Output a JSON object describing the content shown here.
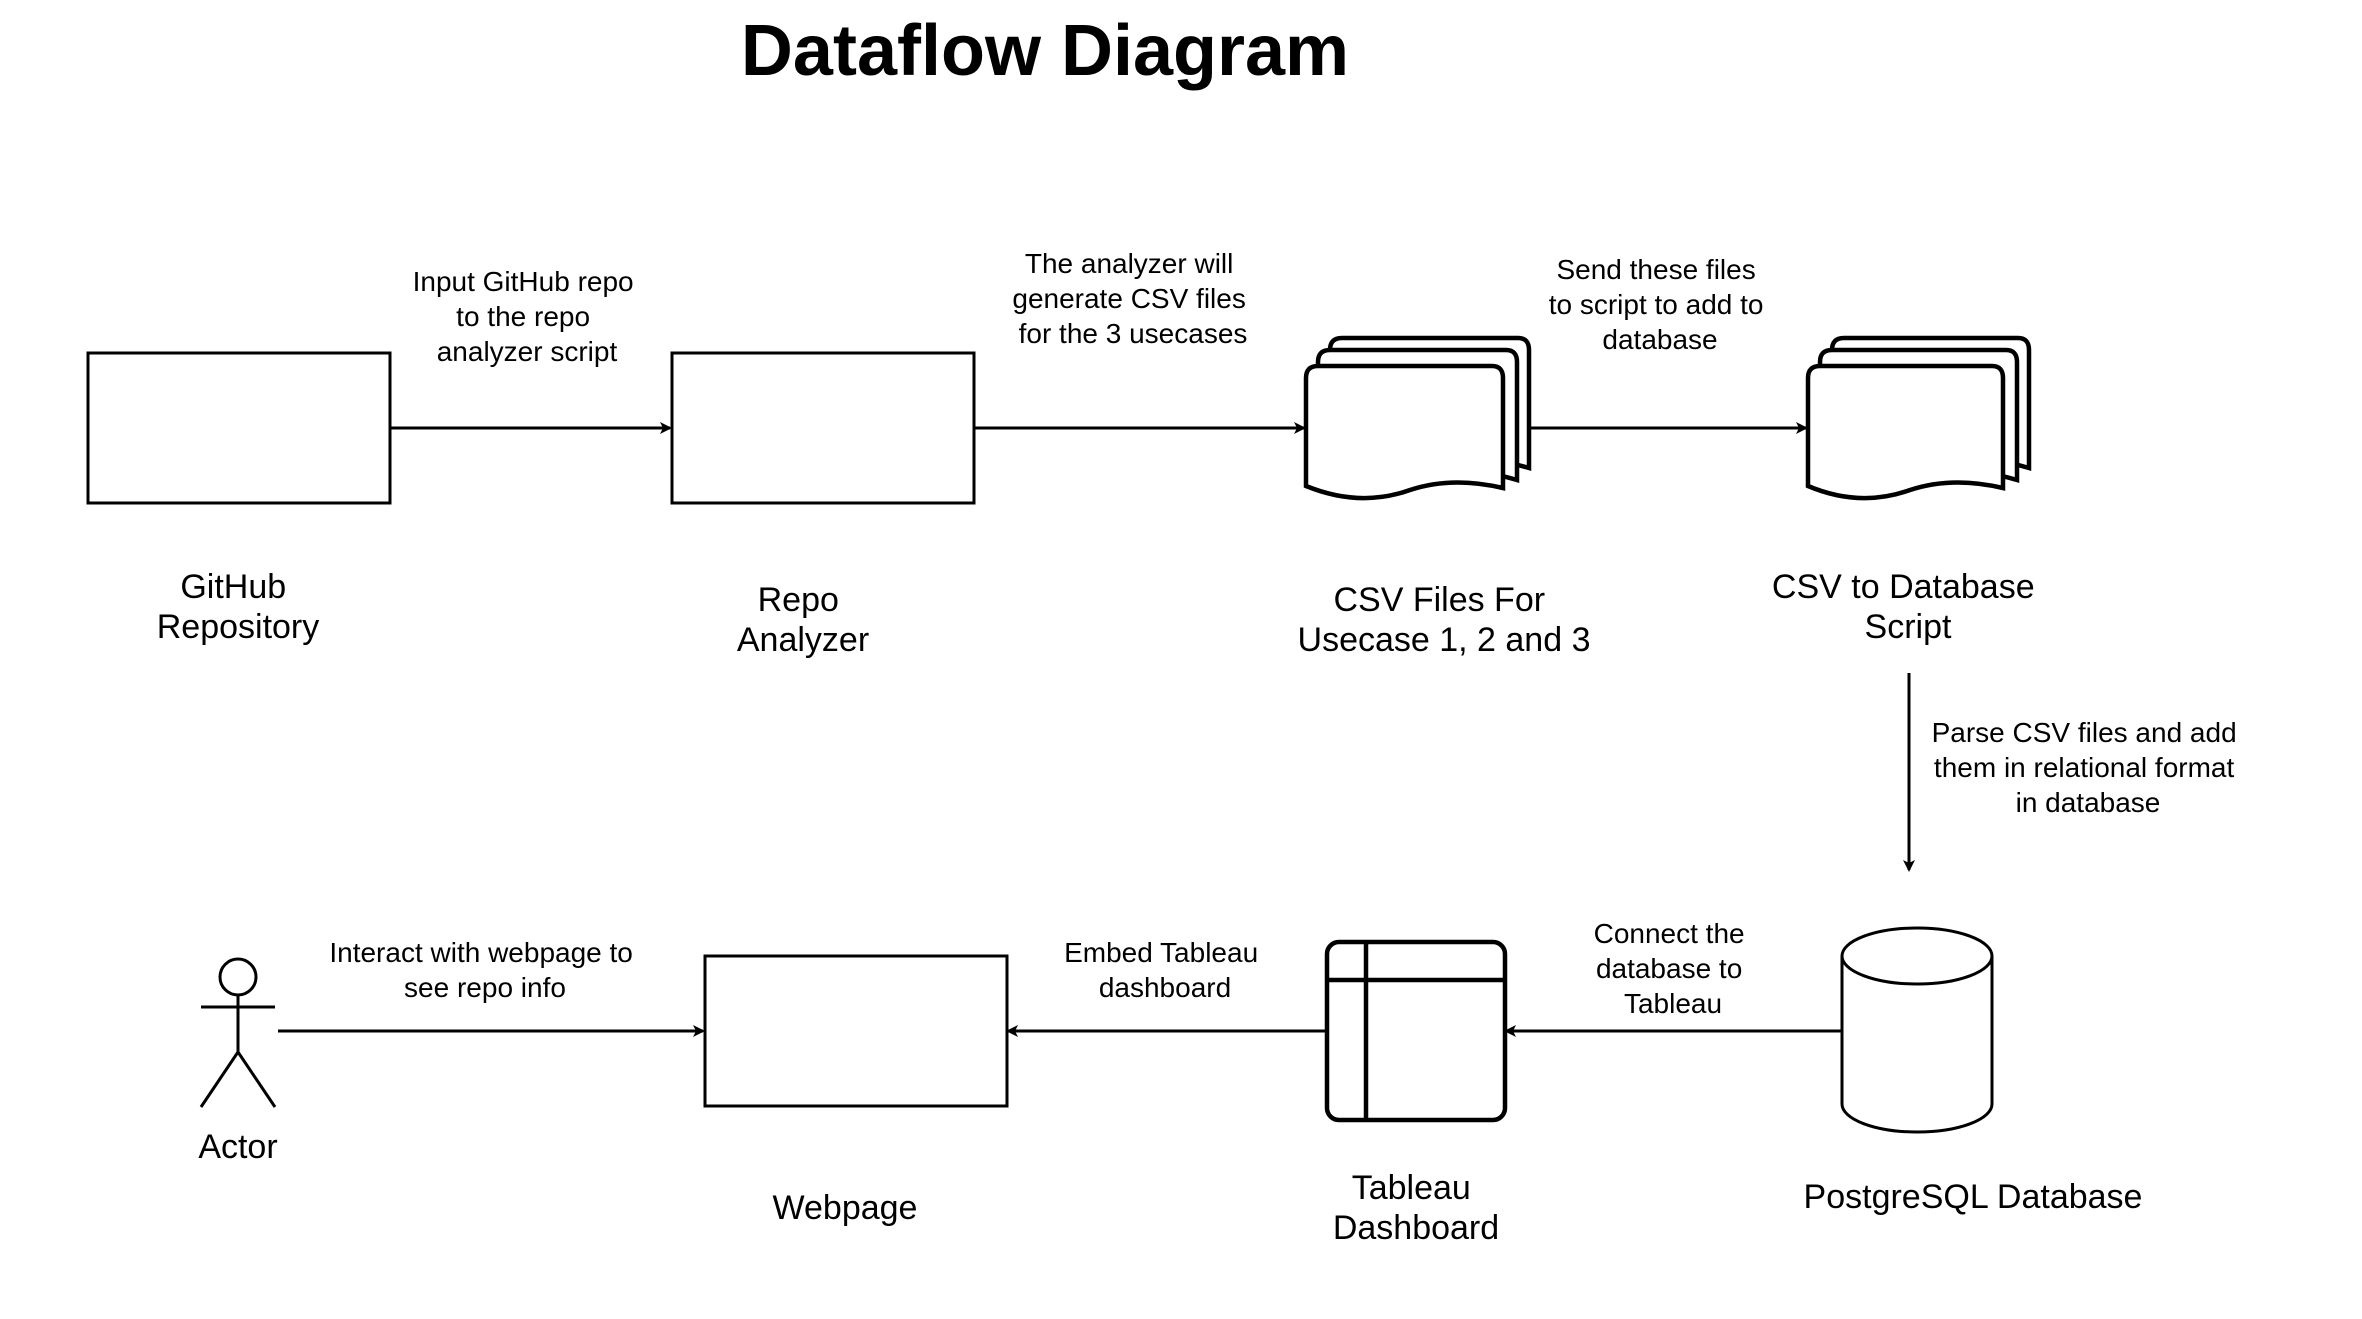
{
  "title": "Dataflow Diagram",
  "nodes": {
    "github": {
      "label": [
        "GitHub",
        "Repository"
      ]
    },
    "analyzer": {
      "label": [
        "Repo",
        "Analyzer"
      ]
    },
    "csv_files": {
      "label": [
        "CSV Files For",
        "Usecase 1, 2 and 3"
      ]
    },
    "csv_script": {
      "label": [
        "CSV to Database",
        "Script"
      ]
    },
    "postgres": {
      "label": [
        "PostgreSQL Database"
      ]
    },
    "tableau": {
      "label": [
        "Tableau",
        "Dashboard"
      ]
    },
    "webpage": {
      "label": [
        "Webpage"
      ]
    },
    "actor": {
      "label": [
        "Actor"
      ]
    }
  },
  "edges": {
    "github_to_analyzer": {
      "label": [
        "Input GitHub repo",
        "to the repo",
        "analyzer script"
      ]
    },
    "analyzer_to_csv": {
      "label": [
        "The analyzer will",
        "generate CSV files",
        "for the 3 usecases"
      ]
    },
    "csv_to_script": {
      "label": [
        "Send these files",
        "to script to add to",
        "database"
      ]
    },
    "script_to_db": {
      "label": [
        "Parse CSV files and add",
        "them in relational format",
        "in database"
      ]
    },
    "db_to_tableau": {
      "label": [
        "Connect the",
        "database to",
        "Tableau"
      ]
    },
    "tableau_to_webpage": {
      "label": [
        "Embed Tableau",
        "dashboard"
      ]
    },
    "actor_to_webpage": {
      "label": [
        "Interact with webpage to",
        "see repo info"
      ]
    }
  }
}
